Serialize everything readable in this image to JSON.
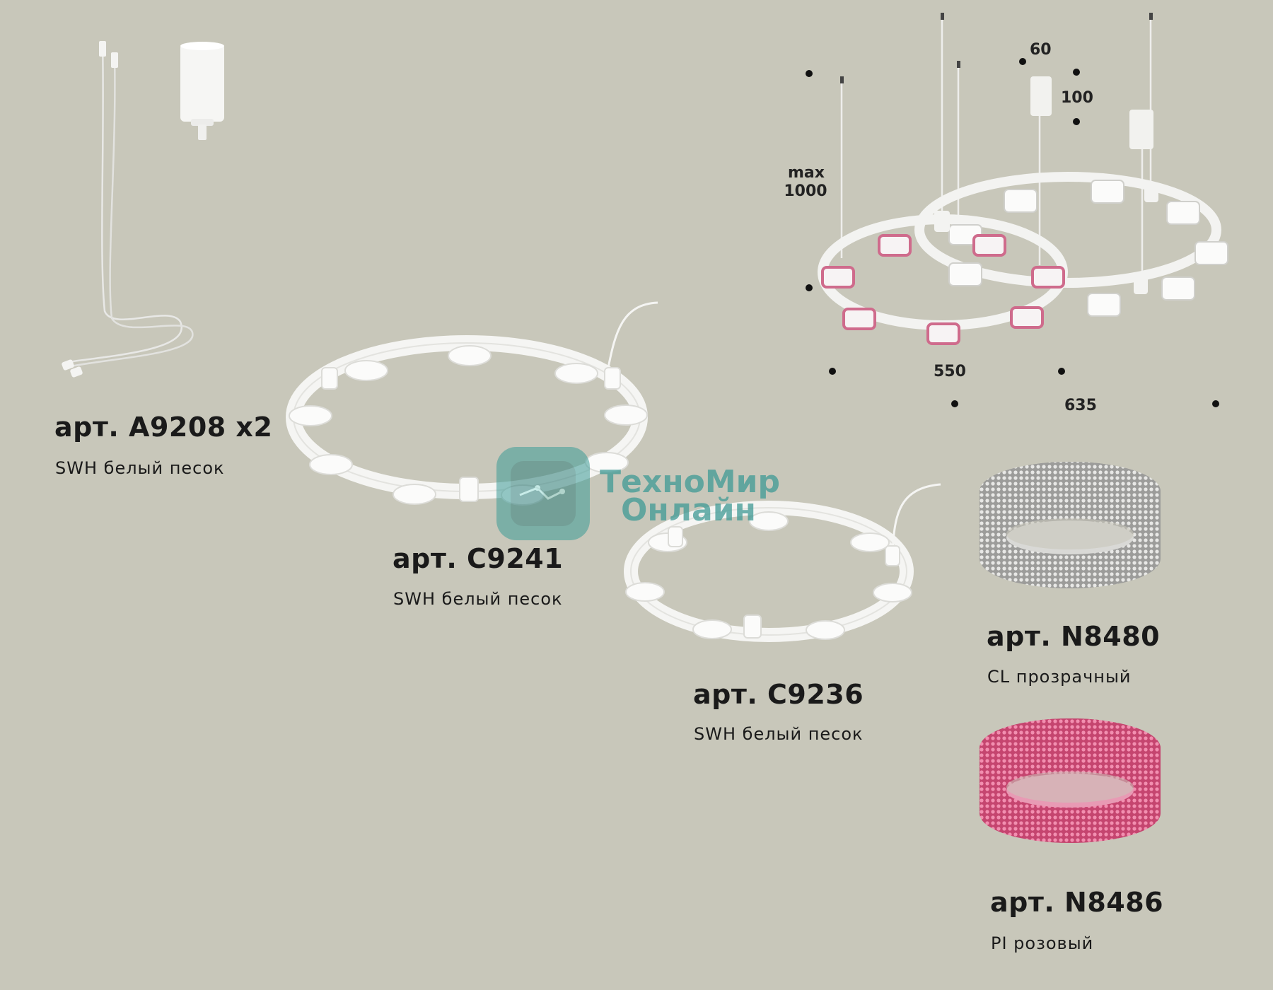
{
  "products": [
    {
      "article": "арт. A9208 x2",
      "finish": "SWH белый песок"
    },
    {
      "article": "арт. C9241",
      "finish": "SWH белый песок"
    },
    {
      "article": "арт. C9236",
      "finish": "SWH белый песок"
    },
    {
      "article": "арт. N8480",
      "finish": "CL прозрачный"
    },
    {
      "article": "арт. N8486",
      "finish": "PI розовый"
    }
  ],
  "dimensions": {
    "canopy_width": "60",
    "canopy_height": "100",
    "max_label": "max",
    "max_value": "1000",
    "small_ring": "550",
    "large_ring": "635"
  },
  "watermark": {
    "line1": "ТехноМир",
    "line2": "Онлайн"
  },
  "colors": {
    "background": "#c8c7ba",
    "white_finish": "#f4f4f2",
    "pink_crystal": "#d2577f",
    "clear_crystal": "#a9a9a9",
    "watermark": "#3f9a95"
  }
}
